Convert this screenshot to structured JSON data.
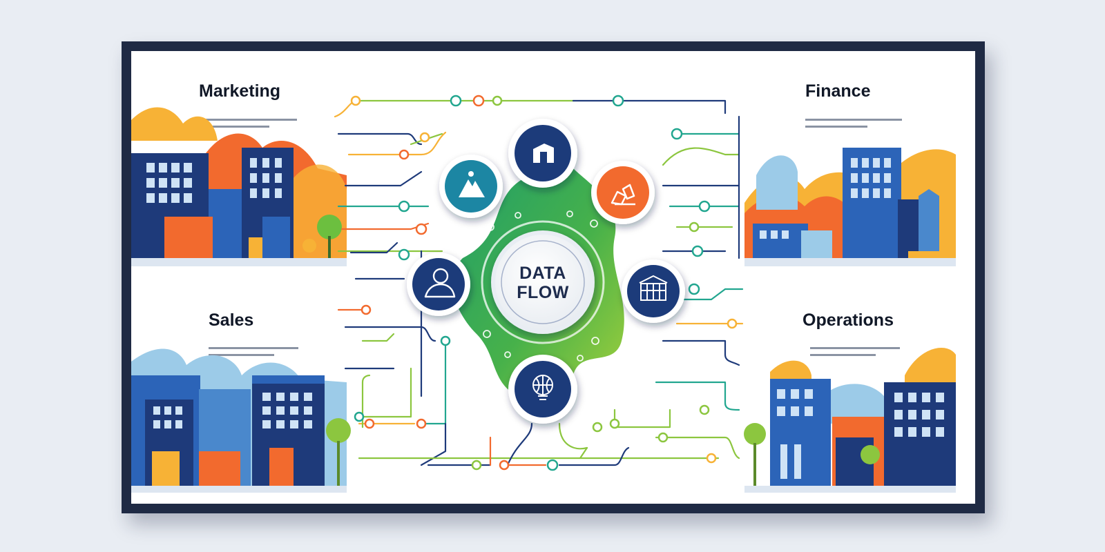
{
  "diagram": {
    "hub": {
      "line1": "DATA",
      "line2": "FLOW"
    },
    "panels": {
      "marketing": {
        "title": "Marketing"
      },
      "finance": {
        "title": "Finance"
      },
      "sales": {
        "title": "Sales"
      },
      "operations": {
        "title": "Operations"
      }
    },
    "nodes": [
      {
        "name": "building-node",
        "icon": "building-icon",
        "color": "#1e3a7a"
      },
      {
        "name": "orange-pieces-node",
        "icon": "pieces-icon",
        "color": "#f06a2c"
      },
      {
        "name": "blueprint-node",
        "icon": "blueprint-icon",
        "color": "#1e3a7a"
      },
      {
        "name": "globe-bulb-node",
        "icon": "globe-bulb-icon",
        "color": "#1e3a7a"
      },
      {
        "name": "user-node",
        "icon": "user-icon",
        "color": "#1e3a7a"
      },
      {
        "name": "mountain-node",
        "icon": "mountain-icon",
        "color": "#1f86a3"
      }
    ],
    "colors": {
      "frame": "#1f2a44",
      "navy": "#1e3a7a",
      "orange": "#f26a2e",
      "teal": "#21a68f",
      "lime": "#8cc63f",
      "yellow": "#f7b236"
    }
  }
}
